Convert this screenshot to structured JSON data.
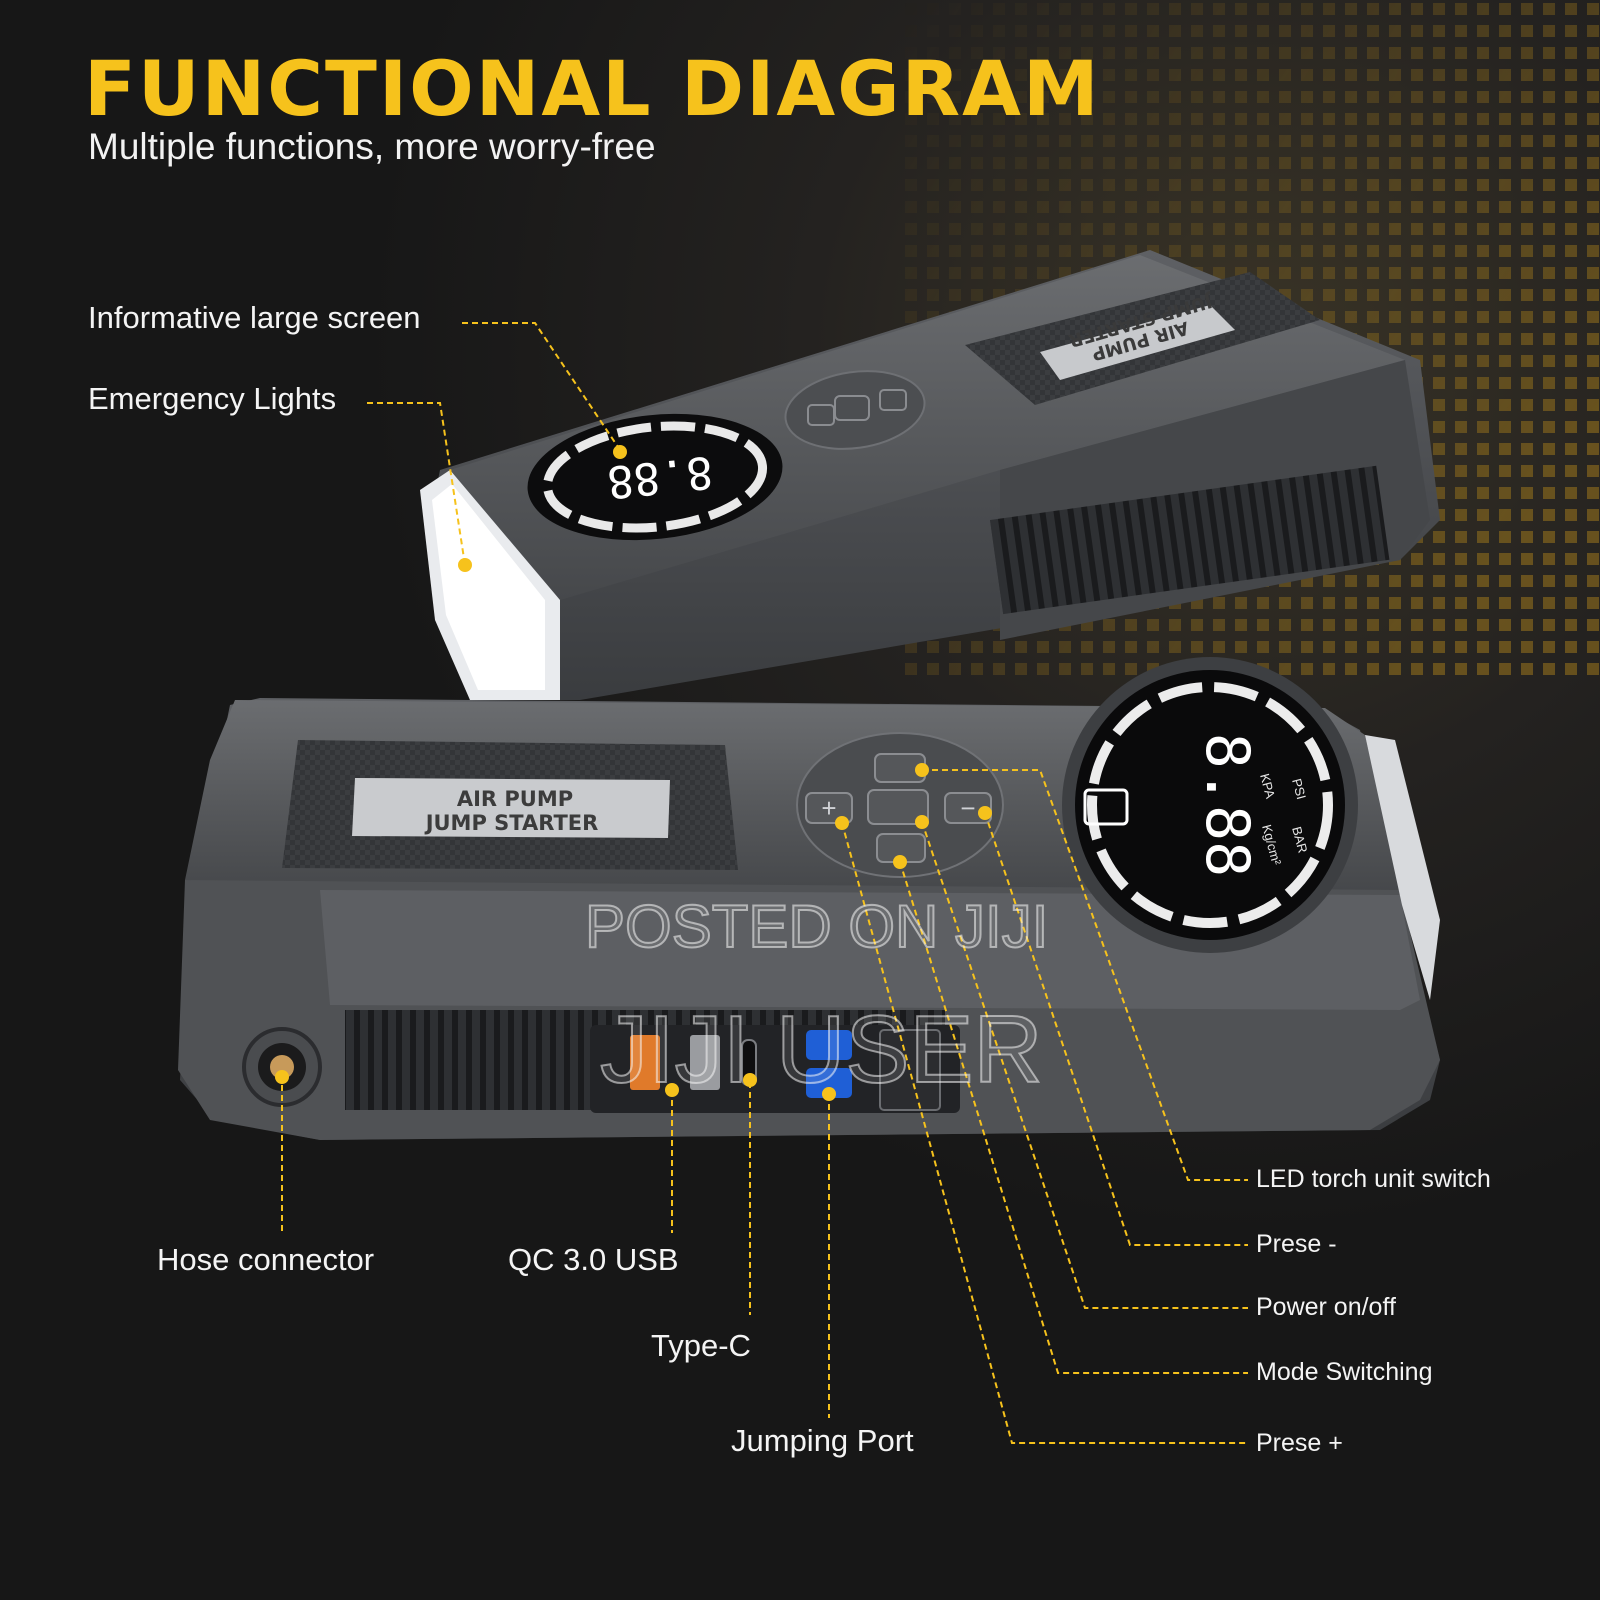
{
  "header": {
    "title": "FUNCTIONAL DIAGRAM",
    "subtitle": "Multiple functions, more worry-free"
  },
  "device": {
    "badge_line1": "AIR PUMP",
    "badge_line2": "JUMP STARTER",
    "display_digits": "8.88",
    "unit_psi": "PSI",
    "unit_kpa": "KPA",
    "unit_bar": "BAR",
    "unit_kgcm": "Kg/cm²"
  },
  "callouts": {
    "screen": "Informative large screen",
    "lights": "Emergency Lights",
    "hose": "Hose connector",
    "qc_usb": "QC 3.0 USB",
    "type_c": "Type-C",
    "jumping": "Jumping Port",
    "led_switch": "LED torch unit switch",
    "prese_minus": "Prese -",
    "power": "Power on/off",
    "mode": "Mode Switching",
    "prese_plus": "Prese +"
  },
  "watermark": {
    "line1": "POSTED ON JIJI",
    "line2": "JIJI USER"
  },
  "colors": {
    "accent": "#f6c21c",
    "background": "#1b1b1b",
    "device_body": "#55575a",
    "text": "#f4f4f4"
  }
}
